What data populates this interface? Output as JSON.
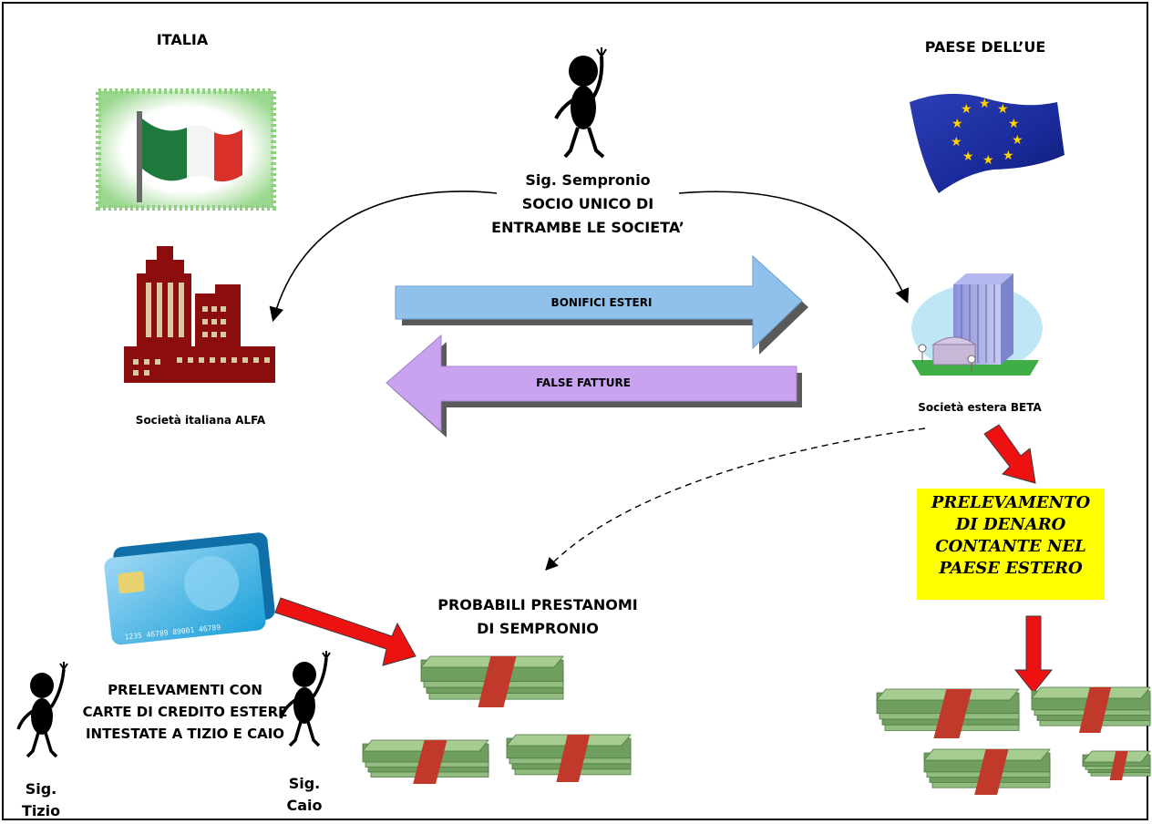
{
  "regions": {
    "italy_title": "ITALIA",
    "eu_title": "PAESE DELL’UE"
  },
  "people": {
    "sempronio": {
      "name": "Sig. Sempronio",
      "role_line1": "SOCIO UNICO DI",
      "role_line2": "ENTRAMBE LE SOCIETA’"
    },
    "tizio": {
      "line1": "Sig.",
      "line2": "Tizio"
    },
    "caio": {
      "line1": "Sig.",
      "line2": "Caio"
    }
  },
  "companies": {
    "alfa": "Società italiana ALFA",
    "beta": "Società estera BETA"
  },
  "flows": {
    "wire_transfers": "BONIFICI ESTERI",
    "false_invoices": "FALSE FATTURE"
  },
  "withdrawal_box": {
    "lines": [
      "PRELEVAMENTO",
      "DI DENARO",
      "CONTANTE NEL",
      "PAESE ESTERO"
    ]
  },
  "nominees": {
    "line1": "PROBABILI PRESTANOMI",
    "line2": "DI SEMPRONIO"
  },
  "card_withdrawals": {
    "line1": "PRELEVAMENTI CON",
    "line2": "CARTE DI CREDITO ESTERE",
    "line3": "INTESTATE A TIZIO E CAIO"
  },
  "credit_card": {
    "number": "1235  46789  89001  46789"
  },
  "colors": {
    "flow_arrow_blue": "#8fc1ea",
    "flow_arrow_purple": "#c9a3f0",
    "red_arrow": "#ee1111",
    "withdrawal_box": "#ffff00",
    "building_red": "#8b0d0d",
    "money_green": "#7aa86a",
    "money_band": "#c0392b"
  },
  "icons": [
    "italy-flag-icon",
    "eu-flag-icon",
    "person-icon",
    "building-alfa-icon",
    "building-beta-icon",
    "credit-card-icon",
    "money-stack-icon"
  ]
}
